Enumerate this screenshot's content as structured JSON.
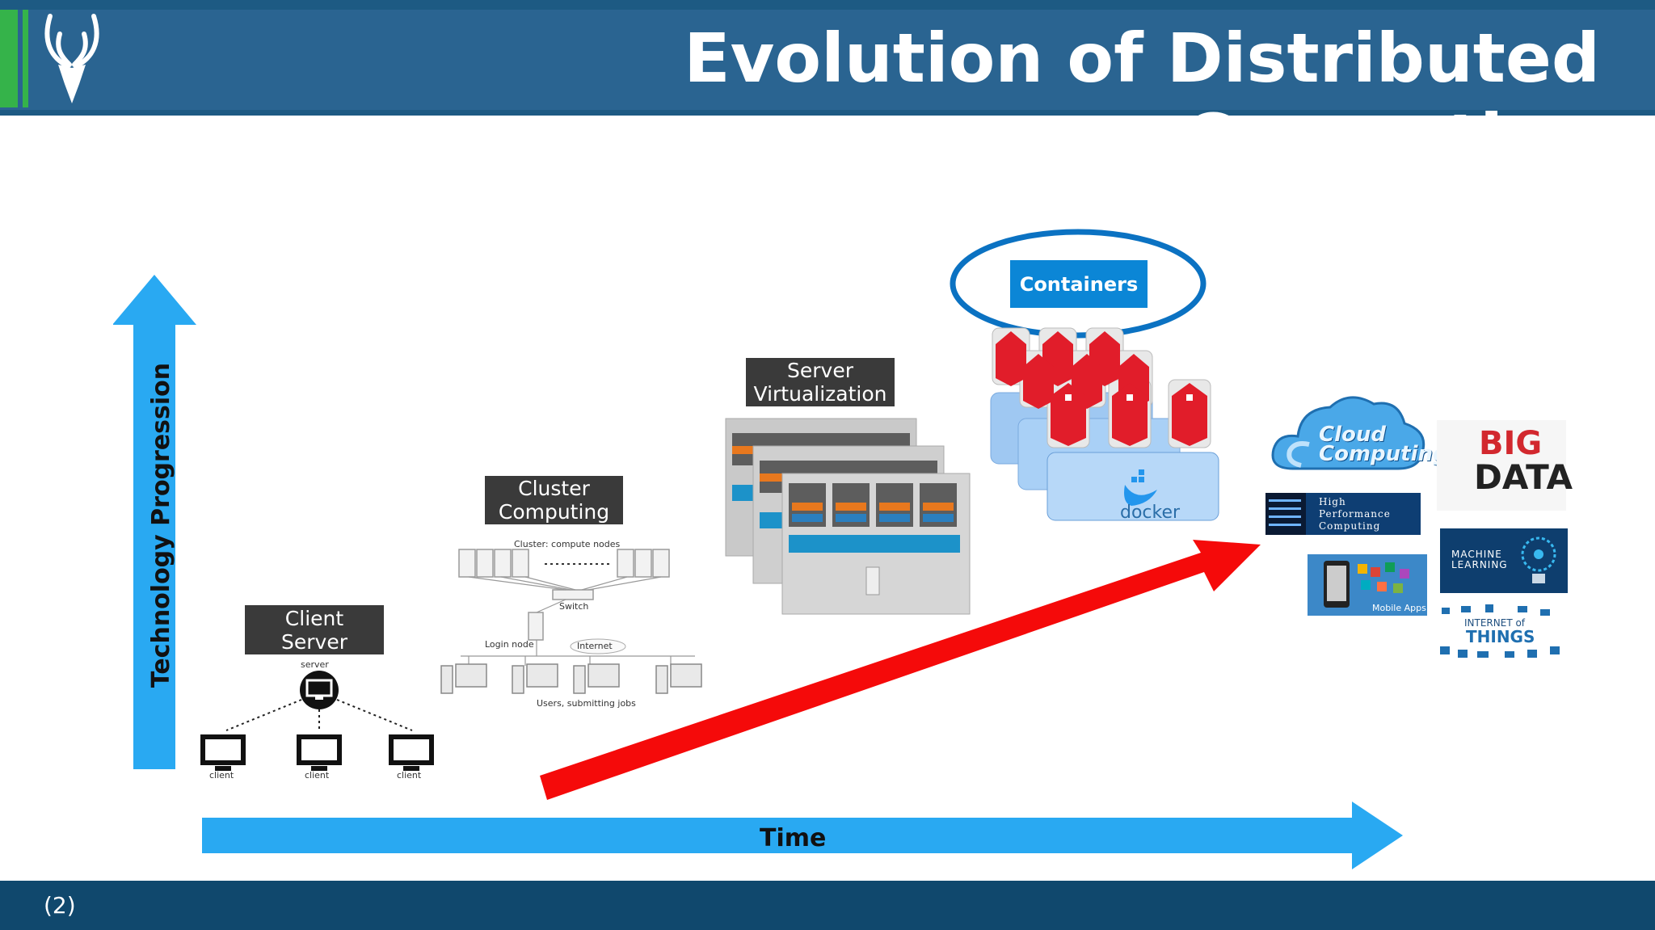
{
  "title": "Evolution of Distributed Computing",
  "page_number": "(2)",
  "axes": {
    "y_label": "Technology Progression",
    "x_label": "Time"
  },
  "stages": {
    "client_server": {
      "label_line1": "Client",
      "label_line2": "Server",
      "server_caption": "server",
      "client_caption": "client"
    },
    "cluster": {
      "label_line1": "Cluster",
      "label_line2": "Computing",
      "nodes_caption": "Cluster: compute nodes",
      "switch_caption": "Switch",
      "login_caption": "Login node",
      "internet_caption": "Internet",
      "users_caption": "Users, submitting jobs"
    },
    "virtualization": {
      "label_line1": "Server",
      "label_line2": "Virtualization"
    },
    "containers": {
      "label": "Containers",
      "docker_caption": "docker"
    }
  },
  "topics": {
    "cloud": "Cloud Computing",
    "big_data_1": "BIG",
    "big_data_2": "DATA",
    "hpc_1": "High",
    "hpc_2": "Performance",
    "hpc_3": "Computing",
    "ml_1": "MACHINE",
    "ml_2": "LEARNING",
    "mobile": "Mobile Apps",
    "iot_1": "INTERNET of",
    "iot_2": "THINGS"
  },
  "colors": {
    "header": "#2a6491",
    "footer": "#10486d",
    "accent_green": "#35b34a",
    "axis_blue": "#29a9f2",
    "trend_red": "#f50a0a",
    "containers_blue": "#0b86d6"
  }
}
